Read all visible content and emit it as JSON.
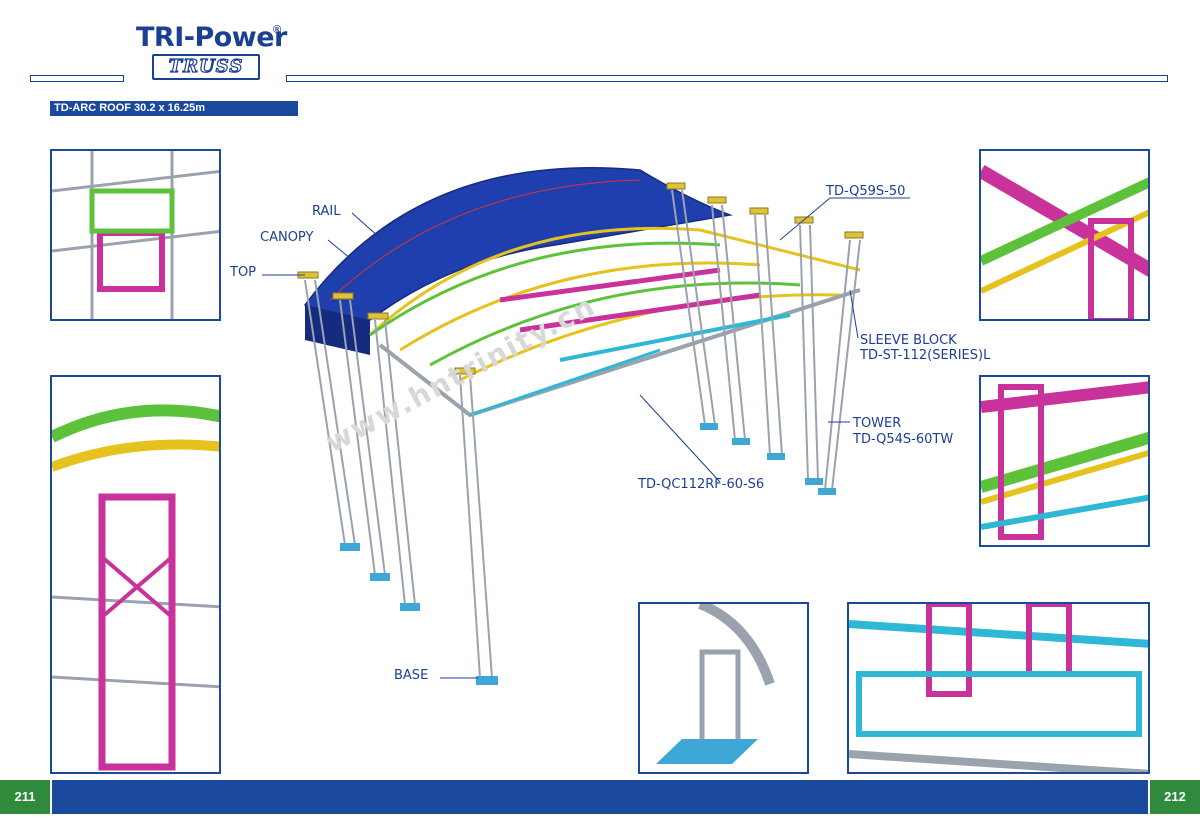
{
  "header": {
    "logo_main": "TRI-Power",
    "logo_reg": "®",
    "logo_sub": "TRUSS",
    "title": "TD-ARC ROOF 30.2 x 16.25m"
  },
  "callouts": {
    "rail": "RAIL",
    "canopy": "CANOPY",
    "top": "TOP",
    "td_q59s": "TD-Q59S-50",
    "sleeve_block": "SLEEVE BLOCK",
    "sleeve_block_code": "TD-ST-112(SERIES)L",
    "tower": "TOWER",
    "tower_code": "TD-Q54S-60TW",
    "td_qc112": "TD-QC112RF-60-S6",
    "base": "BASE"
  },
  "watermark": "www.hntrinity.cn",
  "footer": {
    "page_left": "211",
    "page_right": "212"
  },
  "colors": {
    "brand_blue": "#1b4a9c",
    "page_green": "#2f8a3c",
    "canopy_blue": "#1f3fae",
    "truss_magenta": "#c8329a",
    "truss_green": "#5cc23a",
    "truss_yellow": "#e6c21e",
    "truss_cyan": "#2fb7d6",
    "truss_grey": "#9aa3ad"
  }
}
